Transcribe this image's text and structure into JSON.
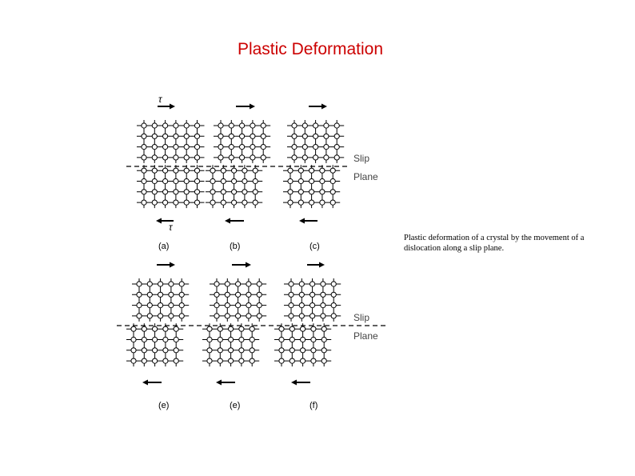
{
  "slide": {
    "title": "Plastic Deformation",
    "title_color": "#cc0000"
  },
  "caption": "Plastic deformation of a crystal by the movement of a dislocation along a slip plane.",
  "figure": {
    "stress_symbol": "τ",
    "slip_label_top": "Slip",
    "slip_label_bottom": "Plane",
    "panels": [
      {
        "id": "a",
        "label": "(a)"
      },
      {
        "id": "b",
        "label": "(b)"
      },
      {
        "id": "c",
        "label": "(c)"
      },
      {
        "id": "d",
        "label": "(e)"
      },
      {
        "id": "e",
        "label": "(e)"
      },
      {
        "id": "f",
        "label": "(f)"
      }
    ]
  }
}
